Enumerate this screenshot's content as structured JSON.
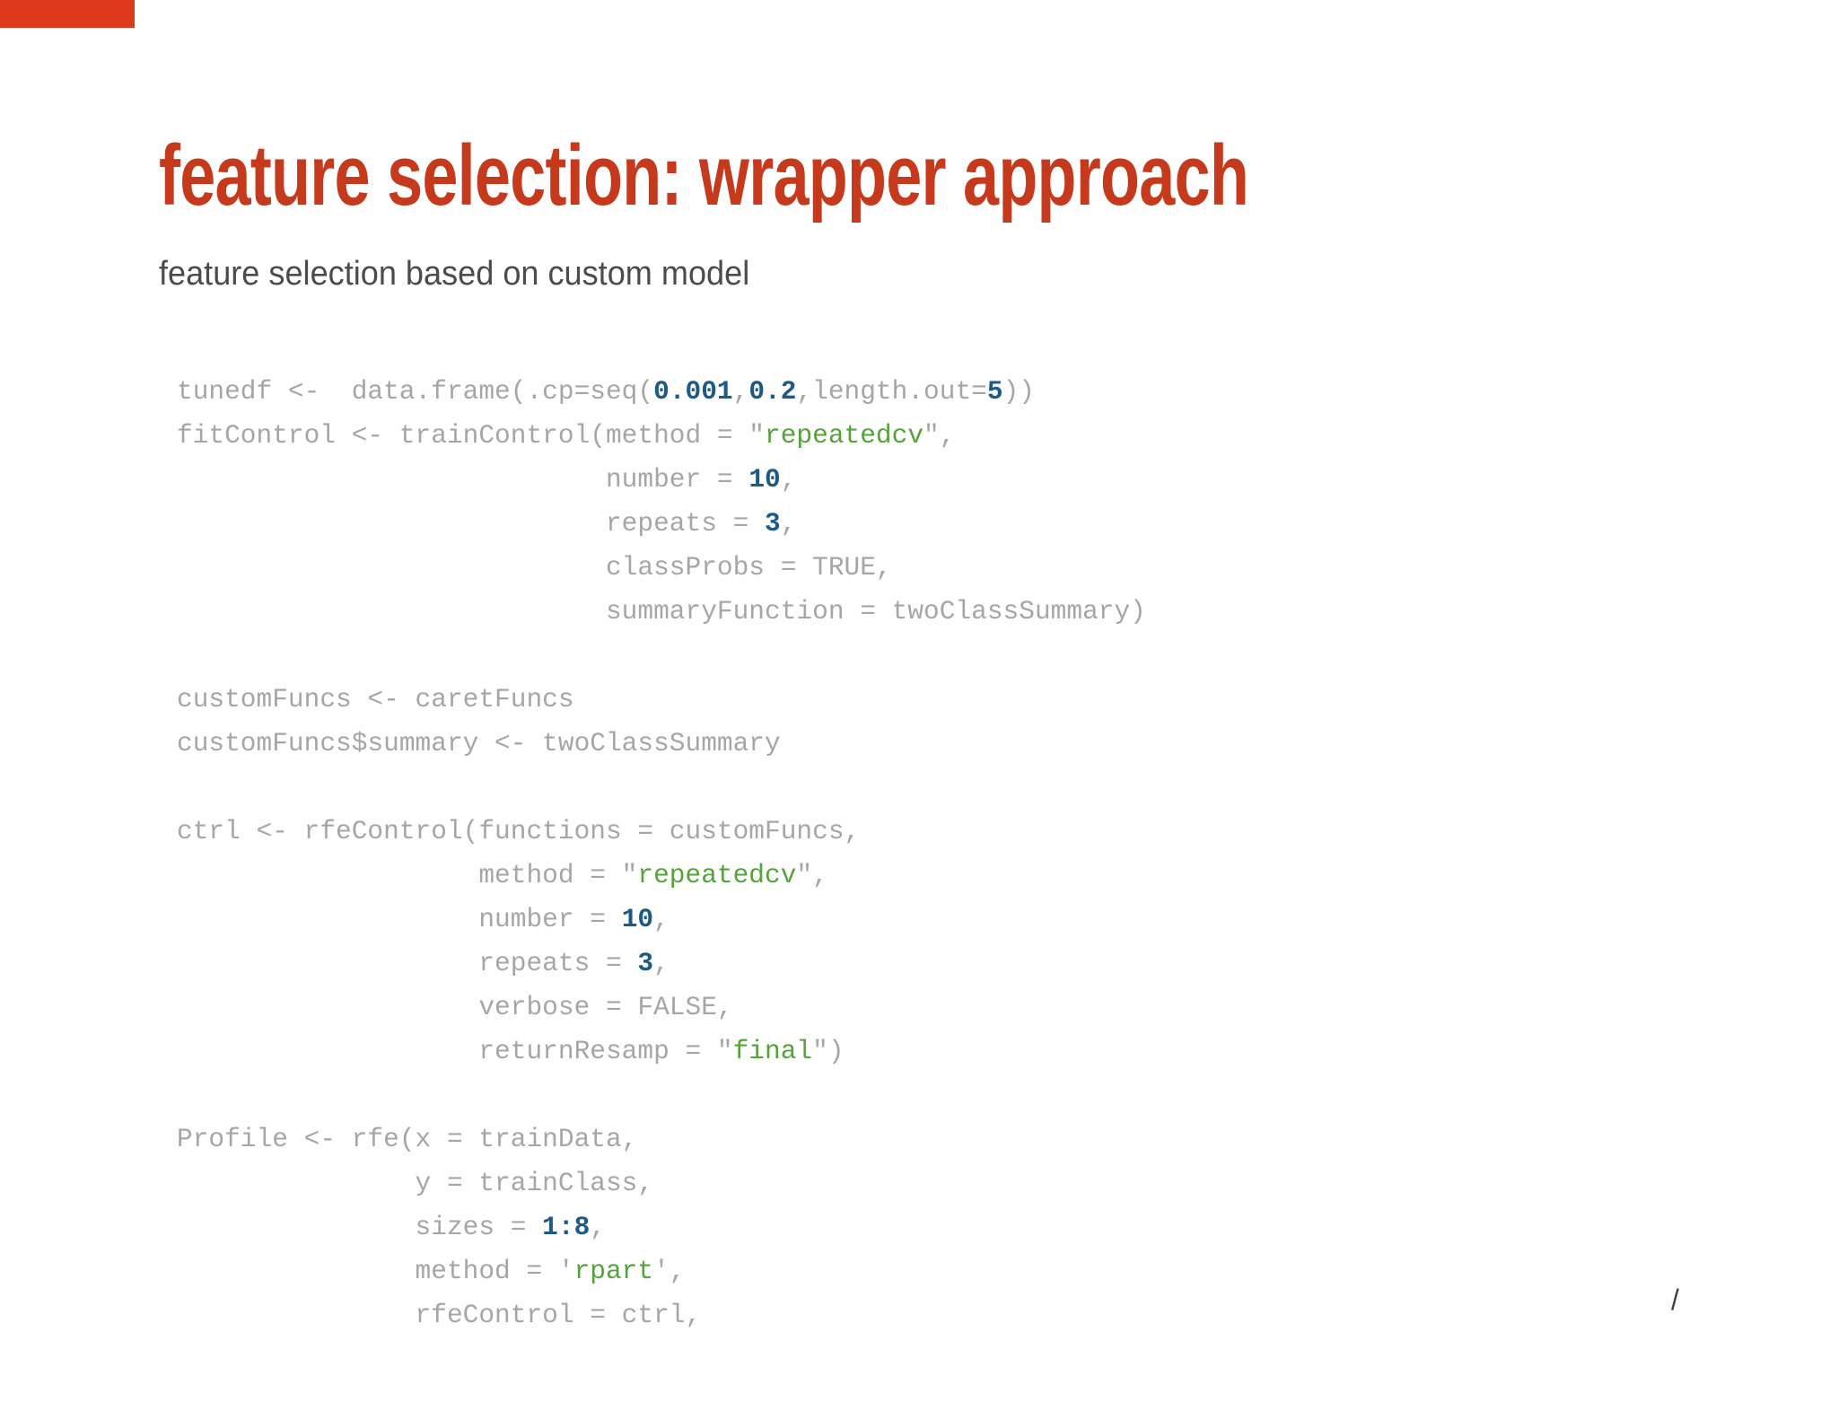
{
  "slide": {
    "title": "feature selection: wrapper approach",
    "subtitle": "feature selection based on custom model",
    "page_indicator": "/"
  },
  "colors": {
    "background": "#ffffff",
    "progress_bar": "#dc3a1b",
    "title": "#c5391c",
    "subtitle": "#4c4c4c",
    "code_base": "#a6a6a6",
    "code_number": "#1d5a86",
    "code_string": "#55a33b",
    "page_indicator": "#3f3f3f"
  },
  "code": {
    "language": "r",
    "lines": [
      [
        {
          "t": "tunedf <-  data.frame(.cp=seq(",
          "c": "b"
        },
        {
          "t": "0.001",
          "c": "n"
        },
        {
          "t": ",",
          "c": "b"
        },
        {
          "t": "0.2",
          "c": "n"
        },
        {
          "t": ",length.out=",
          "c": "b"
        },
        {
          "t": "5",
          "c": "n"
        },
        {
          "t": "))",
          "c": "b"
        }
      ],
      [
        {
          "t": "fitControl <- trainControl(method = \"",
          "c": "b"
        },
        {
          "t": "repeatedcv",
          "c": "s"
        },
        {
          "t": "\",",
          "c": "b"
        }
      ],
      [
        {
          "t": "                           number = ",
          "c": "b"
        },
        {
          "t": "10",
          "c": "n"
        },
        {
          "t": ",",
          "c": "b"
        }
      ],
      [
        {
          "t": "                           repeats = ",
          "c": "b"
        },
        {
          "t": "3",
          "c": "n"
        },
        {
          "t": ",",
          "c": "b"
        }
      ],
      [
        {
          "t": "                           classProbs = TRUE,",
          "c": "b"
        }
      ],
      [
        {
          "t": "                           summaryFunction = twoClassSummary)",
          "c": "b"
        }
      ],
      [],
      [
        {
          "t": "customFuncs <- caretFuncs",
          "c": "b"
        }
      ],
      [
        {
          "t": "customFuncs$summary <- twoClassSummary",
          "c": "b"
        }
      ],
      [],
      [
        {
          "t": "ctrl <- rfeControl(functions = customFuncs,",
          "c": "b"
        }
      ],
      [
        {
          "t": "                   method = \"",
          "c": "b"
        },
        {
          "t": "repeatedcv",
          "c": "s"
        },
        {
          "t": "\",",
          "c": "b"
        }
      ],
      [
        {
          "t": "                   number = ",
          "c": "b"
        },
        {
          "t": "10",
          "c": "n"
        },
        {
          "t": ",",
          "c": "b"
        }
      ],
      [
        {
          "t": "                   repeats = ",
          "c": "b"
        },
        {
          "t": "3",
          "c": "n"
        },
        {
          "t": ",",
          "c": "b"
        }
      ],
      [
        {
          "t": "                   verbose = FALSE,",
          "c": "b"
        }
      ],
      [
        {
          "t": "                   returnResamp = \"",
          "c": "b"
        },
        {
          "t": "final",
          "c": "s"
        },
        {
          "t": "\")",
          "c": "b"
        }
      ],
      [],
      [
        {
          "t": "Profile <- rfe(x = trainData,",
          "c": "b"
        }
      ],
      [
        {
          "t": "               y = trainClass,",
          "c": "b"
        }
      ],
      [
        {
          "t": "               sizes = ",
          "c": "b"
        },
        {
          "t": "1:8",
          "c": "n"
        },
        {
          "t": ",",
          "c": "b"
        }
      ],
      [
        {
          "t": "               method = '",
          "c": "b"
        },
        {
          "t": "rpart",
          "c": "s"
        },
        {
          "t": "',",
          "c": "b"
        }
      ],
      [
        {
          "t": "               rfeControl = ctrl,",
          "c": "b"
        }
      ]
    ]
  }
}
